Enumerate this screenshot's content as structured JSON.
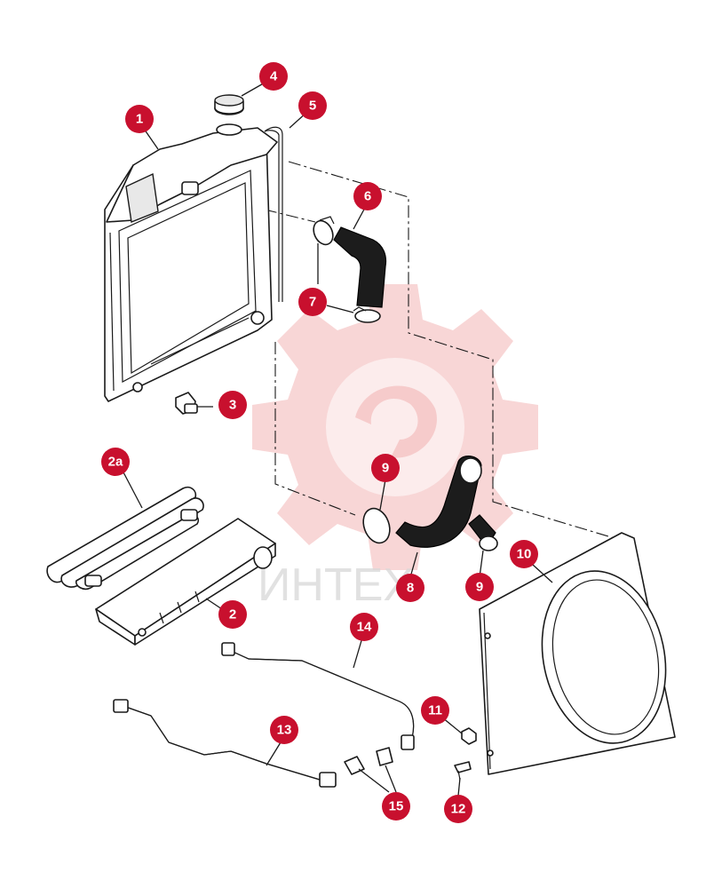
{
  "diagram": {
    "watermark_text": "ИНТЕХ",
    "callouts": {
      "c1": "1",
      "c2": "2",
      "c2a": "2а",
      "c3": "3",
      "c4": "4",
      "c5": "5",
      "c6": "6",
      "c7": "7",
      "c8": "8",
      "c9a": "9",
      "c9b": "9",
      "c10": "10",
      "c11": "11",
      "c12": "12",
      "c13": "13",
      "c14": "14",
      "c15": "15"
    },
    "colors": {
      "callout": "#c8102e",
      "watermark": "#f0a5a5",
      "line": "#1a1a1a"
    }
  }
}
